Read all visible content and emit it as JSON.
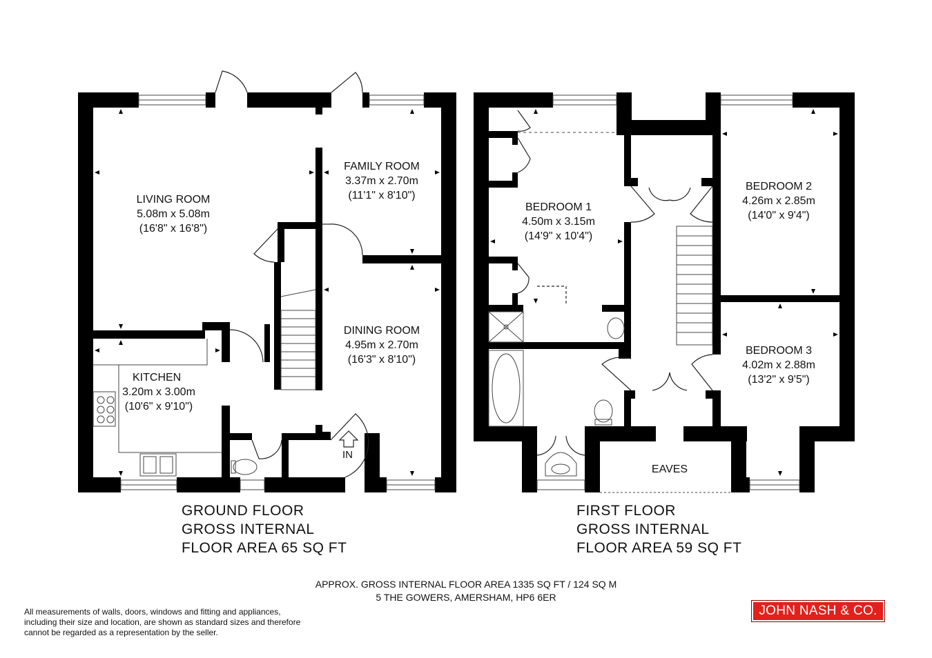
{
  "rooms": {
    "living": {
      "name": "LIVING ROOM",
      "metric": "5.08m x 5.08m",
      "imperial": "(16'8\" x 16'8\")"
    },
    "family": {
      "name": "FAMILY ROOM",
      "metric": "3.37m x 2.70m",
      "imperial": "(11'1\" x 8'10\")"
    },
    "dining": {
      "name": "DINING ROOM",
      "metric": "4.95m x 2.70m",
      "imperial": "(16'3\" x 8'10\")"
    },
    "kitchen": {
      "name": "KITCHEN",
      "metric": "3.20m x 3.00m",
      "imperial": "(10'6\" x 9'10\")"
    },
    "bedroom1": {
      "name": "BEDROOM 1",
      "metric": "4.50m x 3.15m",
      "imperial": "(14'9\" x 10'4\")"
    },
    "bedroom2": {
      "name": "BEDROOM 2",
      "metric": "4.26m x 2.85m",
      "imperial": "(14'0\" x 9'4\")"
    },
    "bedroom3": {
      "name": "BEDROOM 3",
      "metric": "4.02m x 2.88m",
      "imperial": "(13'2\" x 9'5\")"
    },
    "eaves": {
      "name": "EAVES"
    }
  },
  "entrance_label": "IN",
  "ground_floor": {
    "line1": "GROUND FLOOR",
    "line2": "GROSS INTERNAL",
    "line3": "FLOOR AREA 65 SQ FT"
  },
  "first_floor": {
    "line1": "FIRST FLOOR",
    "line2": "GROSS INTERNAL",
    "line3": "FLOOR AREA 59 SQ FT"
  },
  "summary": {
    "area": "APPROX. GROSS INTERNAL FLOOR AREA 1335 SQ FT / 124 SQ M",
    "address": "5 THE GOWERS, AMERSHAM, HP6 6ER"
  },
  "disclaimer": [
    "All measurements of walls, doors, windows and fitting and appliances,",
    "including their size and location, are shown as standard sizes and therefore",
    "cannot be regarded as a representation by the seller."
  ],
  "agent_logo": "JOHN NASH & CO.",
  "colors": {
    "wall": "#000000",
    "logo_red": "#e3201b"
  }
}
